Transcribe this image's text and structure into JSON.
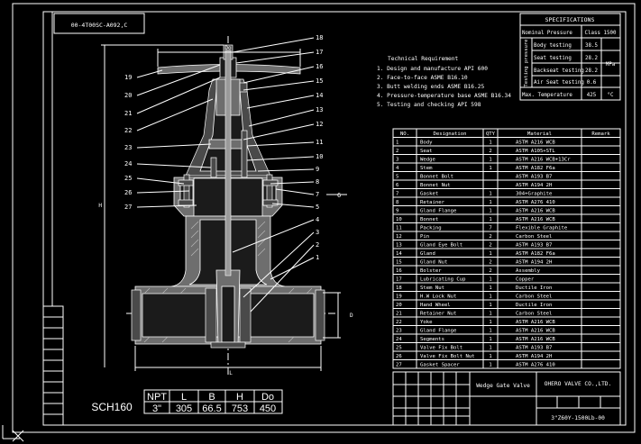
{
  "drawing_number_box": "00-4T00SC-A092,C",
  "tech_requirement": {
    "title": "Technical Requirement",
    "items": [
      "1. Design and manufacture API 600",
      "2. Face-to-face ASME B16.10",
      "3. Butt welding ends ASME B16.25",
      "4. Pressure-temperature base ASME B16.34",
      "5. Testing and checking API 598"
    ]
  },
  "specifications": {
    "title": "SPECIFICATIONS",
    "nominal_pressure_label": "Nominal Pressure",
    "nominal_pressure_value": "Class 1500",
    "testing_label": "Testing pressure",
    "tests": [
      {
        "label": "Body testing",
        "value": "38.5"
      },
      {
        "label": "Seat testing",
        "value": "28.2"
      },
      {
        "label": "Backseat testing",
        "value": "28.2"
      },
      {
        "label": "Air Seat testing",
        "value": "0.6"
      }
    ],
    "unit_mpa": "MPa",
    "max_temp_label": "Max. Temperature",
    "max_temp_value": "425",
    "unit_c": "°C"
  },
  "parts_table": {
    "headers": [
      "NO.",
      "Designation",
      "QTY",
      "Material",
      "Remark"
    ],
    "rows": [
      [
        "1",
        "Body",
        "1",
        "ASTM A216 WCB",
        ""
      ],
      [
        "2",
        "Seat",
        "2",
        "ASTM A105+STL",
        ""
      ],
      [
        "3",
        "Wedge",
        "1",
        "ASTM A216 WCB+13Cr",
        ""
      ],
      [
        "4",
        "Stem",
        "1",
        "ASTM A182 F6a",
        ""
      ],
      [
        "5",
        "Bonnet Bolt",
        "",
        "ASTM A193 B7",
        ""
      ],
      [
        "6",
        "Bonnet Nut",
        "",
        "ASTM A194 2H",
        ""
      ],
      [
        "7",
        "Gasket",
        "1",
        "304+Graphite",
        ""
      ],
      [
        "8",
        "Retainer",
        "1",
        "ASTM A276 410",
        ""
      ],
      [
        "9",
        "Gland Flange",
        "1",
        "ASTM A216 WCB",
        ""
      ],
      [
        "10",
        "Bonnet",
        "1",
        "ASTM A216 WCB",
        ""
      ],
      [
        "11",
        "Packing",
        "7",
        "Flexible Graphite",
        ""
      ],
      [
        "12",
        "Pin",
        "2",
        "Carbon Steel",
        ""
      ],
      [
        "13",
        "Gland Eye Bolt",
        "2",
        "ASTM A193 B7",
        ""
      ],
      [
        "14",
        "Gland",
        "1",
        "ASTM A182 F6a",
        ""
      ],
      [
        "15",
        "Gland Nut",
        "2",
        "ASTM A194 2H",
        ""
      ],
      [
        "16",
        "Bolster",
        "2",
        "Assembly",
        ""
      ],
      [
        "17",
        "Lubricating Cup",
        "1",
        "Copper",
        ""
      ],
      [
        "18",
        "Stem Nut",
        "1",
        "Ductile Iron",
        ""
      ],
      [
        "19",
        "H.W Lock Nut",
        "1",
        "Carbon Steel",
        ""
      ],
      [
        "20",
        "Hand Wheel",
        "1",
        "Ductile Iron",
        ""
      ],
      [
        "21",
        "Retainer Nut",
        "1",
        "Carbon Steel",
        ""
      ],
      [
        "22",
        "Yoke",
        "1",
        "ASTM A216 WCB",
        ""
      ],
      [
        "23",
        "Gland Flange",
        "1",
        "ASTM A216 WCB",
        ""
      ],
      [
        "24",
        "Segments",
        "1",
        "ASTM A216 WCB",
        ""
      ],
      [
        "25",
        "Valve Fix Bolt",
        "1",
        "ASTM A193 B7",
        ""
      ],
      [
        "26",
        "Valve Fix Bolt Nut",
        "1",
        "ASTM A194 2H",
        ""
      ],
      [
        "27",
        "Gasket Spacer",
        "1",
        "ASTM A276 410",
        ""
      ]
    ]
  },
  "title_block": {
    "product": "Wedge Gate Valve",
    "company": "OHERO VALVE CO.,LTD.",
    "drawing_no": "3\"Z60Y-1500Lb-00"
  },
  "dim_table": {
    "schedule": "SCH160",
    "headers": [
      "NPT",
      "L",
      "B",
      "H",
      "Do"
    ],
    "values": [
      "3\"",
      "305",
      "66.5",
      "753",
      "450"
    ]
  },
  "callouts": {
    "right": [
      "18",
      "17",
      "16",
      "15",
      "14",
      "13",
      "12",
      "11",
      "10",
      "9",
      "8",
      "7",
      "5",
      "4",
      "3",
      "2",
      "1"
    ],
    "left": [
      "19",
      "20",
      "21",
      "22",
      "23",
      "24",
      "25",
      "26",
      "27"
    ],
    "extra": "6"
  },
  "dim_labels": {
    "do": "Do",
    "h": "H",
    "l": "L",
    "d": "D"
  }
}
